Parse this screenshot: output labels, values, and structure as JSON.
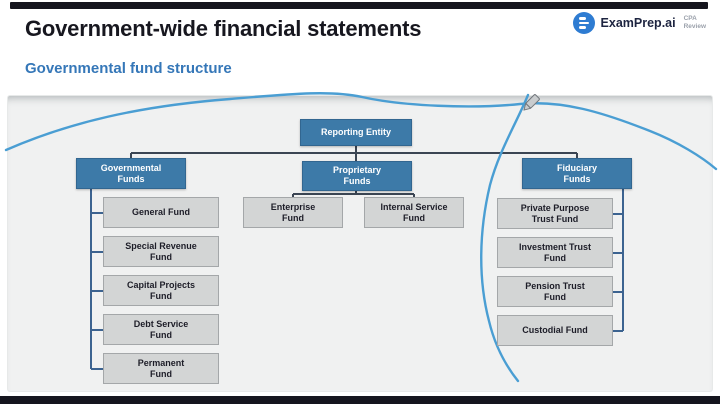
{
  "slide": {
    "title": "Government-wide financial statements",
    "subtitle": "Governmental fund structure"
  },
  "brand": {
    "name": "ExamPrep.ai",
    "tagline_line1": "CPA",
    "tagline_line2": "Review"
  },
  "colors": {
    "accent_blue": "#3577b8",
    "node_blue": "#3d7aa8",
    "node_gray": "#d3d5d5",
    "connector_dark": "#3b4553",
    "connector_blue": "#3c6390",
    "curve_blue": "#4a9ed3",
    "bar_dark": "#15151e",
    "logo_blue": "#2e7cd2"
  },
  "diagram": {
    "root": {
      "label": "Reporting Entity"
    },
    "groups": [
      {
        "label_line1": "Governmental",
        "label_line2": "Funds",
        "children": [
          {
            "line1": "General Fund",
            "line2": ""
          },
          {
            "line1": "Special Revenue",
            "line2": "Fund"
          },
          {
            "line1": "Capital Projects",
            "line2": "Fund"
          },
          {
            "line1": "Debt Service",
            "line2": "Fund"
          },
          {
            "line1": "Permanent",
            "line2": "Fund"
          }
        ]
      },
      {
        "label_line1": "Proprietary",
        "label_line2": "Funds",
        "children": [
          {
            "line1": "Enterprise",
            "line2": "Fund"
          },
          {
            "line1": "Internal Service",
            "line2": "Fund"
          }
        ]
      },
      {
        "label_line1": "Fiduciary",
        "label_line2": "Funds",
        "children": [
          {
            "line1": "Private Purpose",
            "line2": "Trust Fund"
          },
          {
            "line1": "Investment Trust",
            "line2": "Fund"
          },
          {
            "line1": "Pension Trust",
            "line2": "Fund"
          },
          {
            "line1": "Custodial Fund",
            "line2": ""
          }
        ]
      }
    ]
  }
}
